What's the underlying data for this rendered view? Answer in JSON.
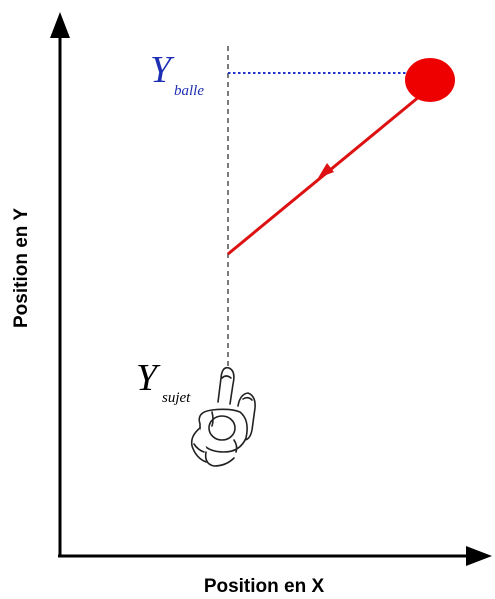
{
  "axes": {
    "x_label": "Position en X",
    "y_label": "Position en Y"
  },
  "labels": {
    "ball": {
      "symbol": "Y",
      "subscript": "balle"
    },
    "subject": {
      "symbol": "Y",
      "subscript": "sujet"
    }
  },
  "colors": {
    "axis": "#000000",
    "ball": "#ee0000",
    "trajectory": "#dd1111",
    "ball_label": "#1f2fb4",
    "subject_label": "#000000",
    "guide_dotted": "#2233cc",
    "guide_dashed": "#333333"
  },
  "icons": {
    "subject": "person-top-view-icon",
    "ball": "ball-icon"
  }
}
